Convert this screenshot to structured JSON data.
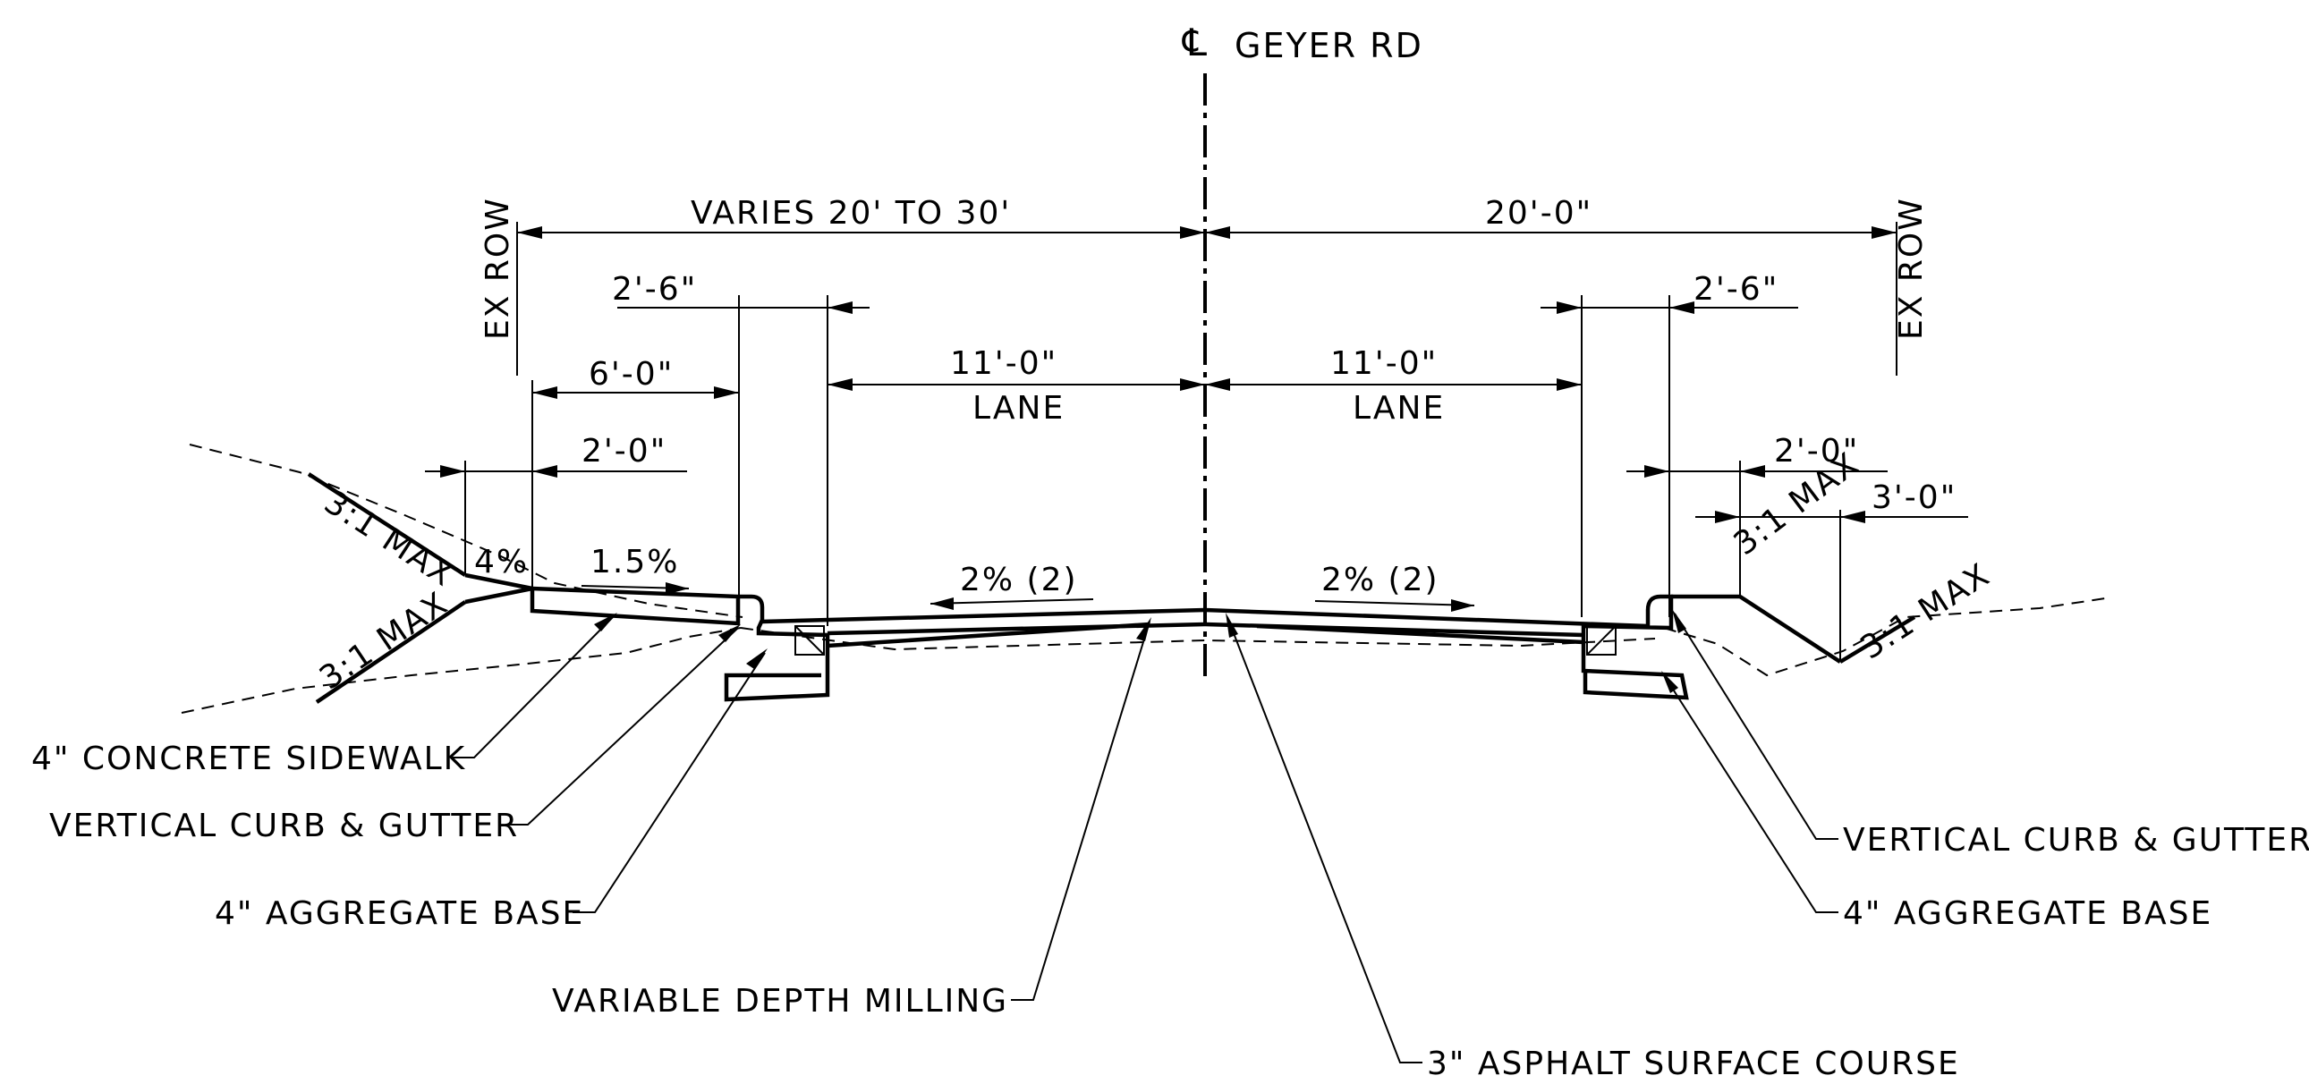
{
  "title": {
    "symbol": "℄",
    "road": "GEYER RD"
  },
  "row_labels": {
    "left": "EX ROW",
    "right": "EX ROW"
  },
  "dimensions": {
    "left_to_row": "VARIES 20' TO 30'",
    "right_to_row": "20'-0\"",
    "left_curb_width": "2'-6\"",
    "right_curb_width": "2'-6\"",
    "left_sidewalk": "6'-0\"",
    "left_lane": "11'-0\"",
    "right_lane": "11'-0\"",
    "lane_label": "LANE",
    "left_buffer": "2'-0\"",
    "right_buffer": "2'-0\"",
    "right_slope_width": "3'-0\""
  },
  "slopes": {
    "left_upper": "3:1 MAX",
    "left_lower": "3:1 MAX",
    "left_grade": "4%",
    "sidewalk_grade": "1.5%",
    "left_lane_grade": "2% (2)",
    "right_lane_grade": "2% (2)",
    "right_upper": "3:1 MAX",
    "right_lower": "3:1 MAX"
  },
  "callouts": {
    "left_sidewalk": "4\" CONCRETE SIDEWALK",
    "left_curb": "VERTICAL CURB & GUTTER",
    "left_base": "4\" AGGREGATE BASE",
    "milling": "VARIABLE DEPTH MILLING",
    "asphalt": "3\" ASPHALT SURFACE COURSE",
    "right_curb": "VERTICAL CURB & GUTTER",
    "right_base": "4\" AGGREGATE BASE"
  }
}
